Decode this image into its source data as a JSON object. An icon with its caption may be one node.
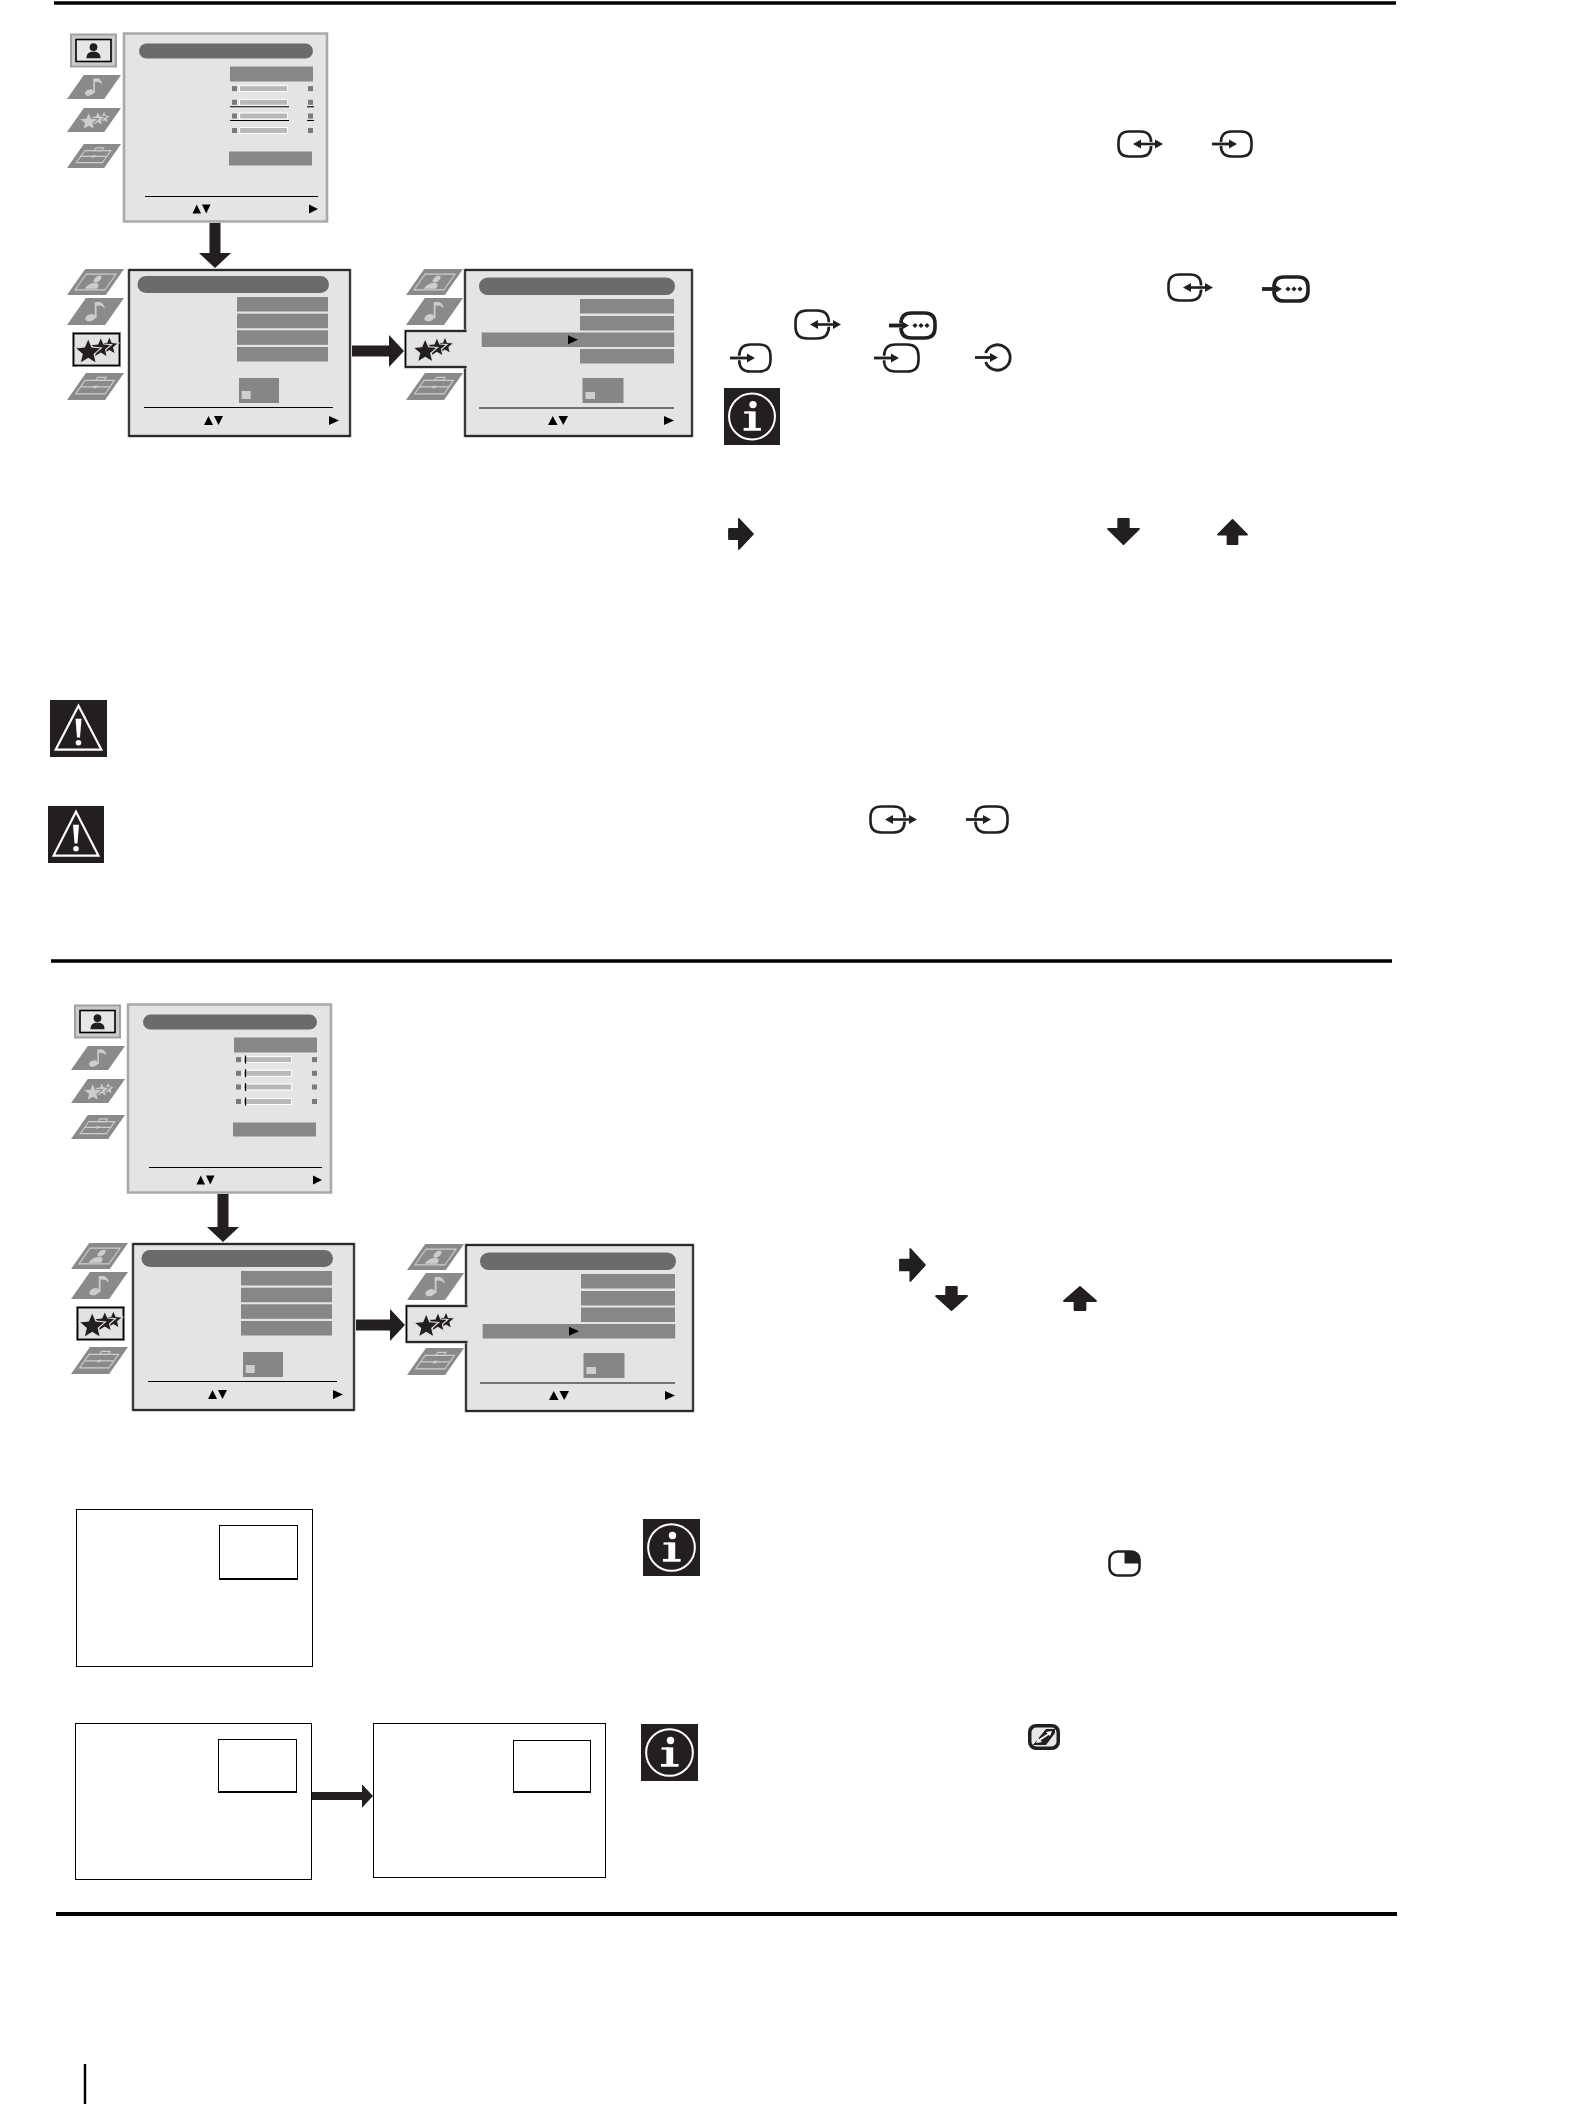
{
  "diagram": {
    "nodes": [
      {
        "text": [],
        "shape": "box"
      },
      {
        "text": [],
        "shape": "box"
      },
      {
        "text": [],
        "shape": "box"
      },
      {
        "text": [],
        "shape": "box"
      },
      {
        "text": [],
        "shape": "box"
      },
      {
        "text": [],
        "shape": "box"
      },
      {
        "text": [],
        "shape": "box"
      },
      {
        "text": [],
        "shape": "box",
        "in": 6
      },
      {
        "text": [],
        "shape": "box"
      },
      {
        "text": [],
        "shape": "box",
        "in": 8
      },
      {
        "text": [],
        "shape": "box"
      },
      {
        "text": [],
        "shape": "box",
        "in": 10
      }
    ],
    "edges": [
      {
        "from": 0,
        "to": 1,
        "arrow": "to"
      },
      {
        "from": 1,
        "to": 2,
        "arrow": "to"
      },
      {
        "from": 3,
        "to": 4,
        "arrow": "to"
      },
      {
        "from": 4,
        "to": 5,
        "arrow": "to"
      },
      {
        "from": 8,
        "to": 10,
        "arrow": "to"
      }
    ]
  }
}
